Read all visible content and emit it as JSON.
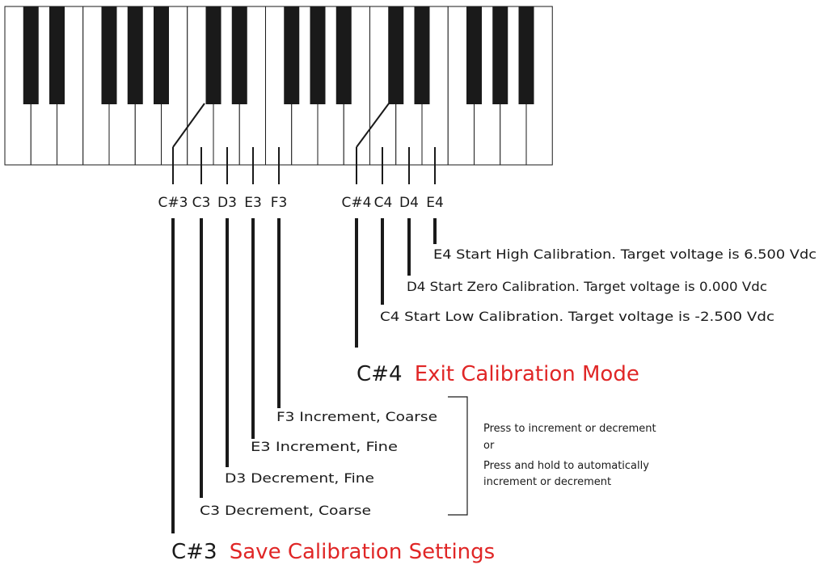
{
  "keys": {
    "labels": [
      {
        "id": "cs3",
        "text": "C#3"
      },
      {
        "id": "c3",
        "text": "C3"
      },
      {
        "id": "d3",
        "text": "D3"
      },
      {
        "id": "e3",
        "text": "E3"
      },
      {
        "id": "f3",
        "text": "F3"
      },
      {
        "id": "cs4",
        "text": "C#4"
      },
      {
        "id": "c4",
        "text": "C4"
      },
      {
        "id": "d4",
        "text": "D4"
      },
      {
        "id": "e4",
        "text": "E4"
      }
    ]
  },
  "functions": {
    "e4": "E4 Start High Calibration. Target voltage is 6.500 Vdc",
    "d4": "D4 Start Zero Calibration. Target voltage is 0.000 Vdc",
    "c4": "C4 Start Low Calibration. Target voltage is -2.500 Vdc",
    "cs4_key": "C#4",
    "cs4_action": "Exit Calibration Mode",
    "f3": "F3 Increment, Coarse",
    "e3": "E3 Increment, Fine",
    "d3": "D3 Decrement, Fine",
    "c3": "C3 Decrement, Coarse",
    "cs3_key": "C#3",
    "cs3_action": "Save Calibration Settings"
  },
  "note": {
    "line1": "Press to increment or decrement",
    "line2": "or",
    "line3": "Press and hold to automatically",
    "line4": "increment or decrement"
  },
  "colors": {
    "accent_red": "#e02626",
    "key_black": "#1a1a1a",
    "key_white": "#ffffff"
  }
}
